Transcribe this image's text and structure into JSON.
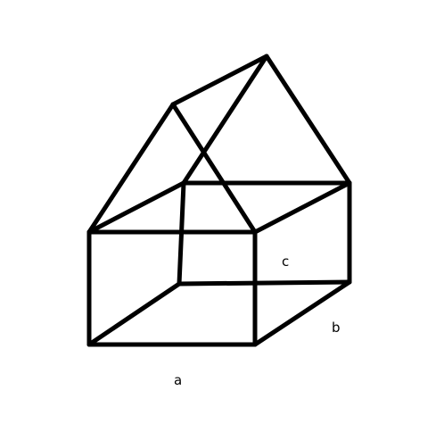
{
  "labels": {
    "a": "a",
    "b": "b",
    "c": "c"
  },
  "style": {
    "stroke_color": "#000000",
    "background_color": "#ffffff"
  }
}
